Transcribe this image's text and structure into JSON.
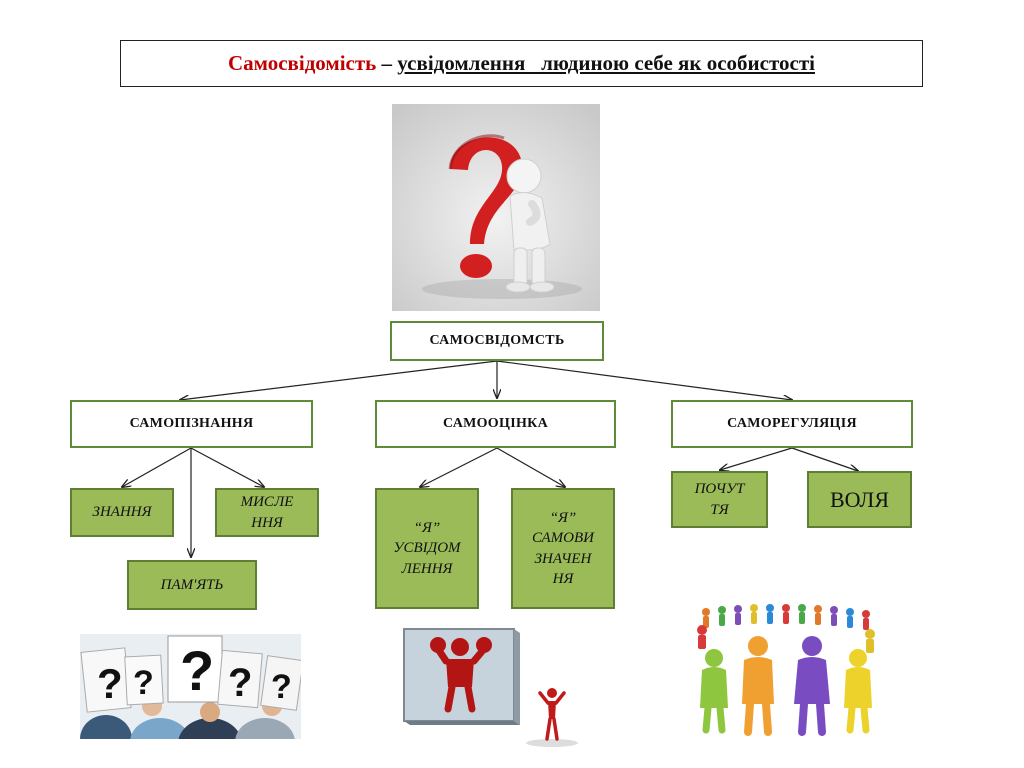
{
  "title": {
    "term": "Самосвідомість",
    "dash": " – ",
    "definition": "усвідомлення   людиною себе як особистості"
  },
  "diagram": {
    "root": "САМОСВІДОМСТЬ",
    "branches": {
      "left": "САМОПІЗНАННЯ",
      "center": "САМООЦІНКА",
      "right": "САМОРЕГУЛЯЦІЯ"
    },
    "leaves": {
      "knowledge": "ЗНАННЯ",
      "thinking": [
        "МИСЛЕ",
        "ННЯ"
      ],
      "memory": "ПАМ'ЯТЬ",
      "self_awareness": [
        "“Я”",
        "УСВІДОМ",
        "ЛЕННЯ"
      ],
      "self_determination": [
        "“Я”",
        "САМОВИ",
        "ЗНАЧЕН",
        "НЯ"
      ],
      "feelings": [
        "ПОЧУТ",
        "ТЯ"
      ],
      "will": "ВОЛЯ"
    }
  },
  "colors": {
    "accent_red": "#c00000",
    "node_border": "#5e8a3a",
    "leaf_fill": "#9bbb59"
  },
  "icons": [
    "question-mark-figure-image",
    "question-signs-crowd-image",
    "mirror-figure-image",
    "people-circle-image"
  ]
}
